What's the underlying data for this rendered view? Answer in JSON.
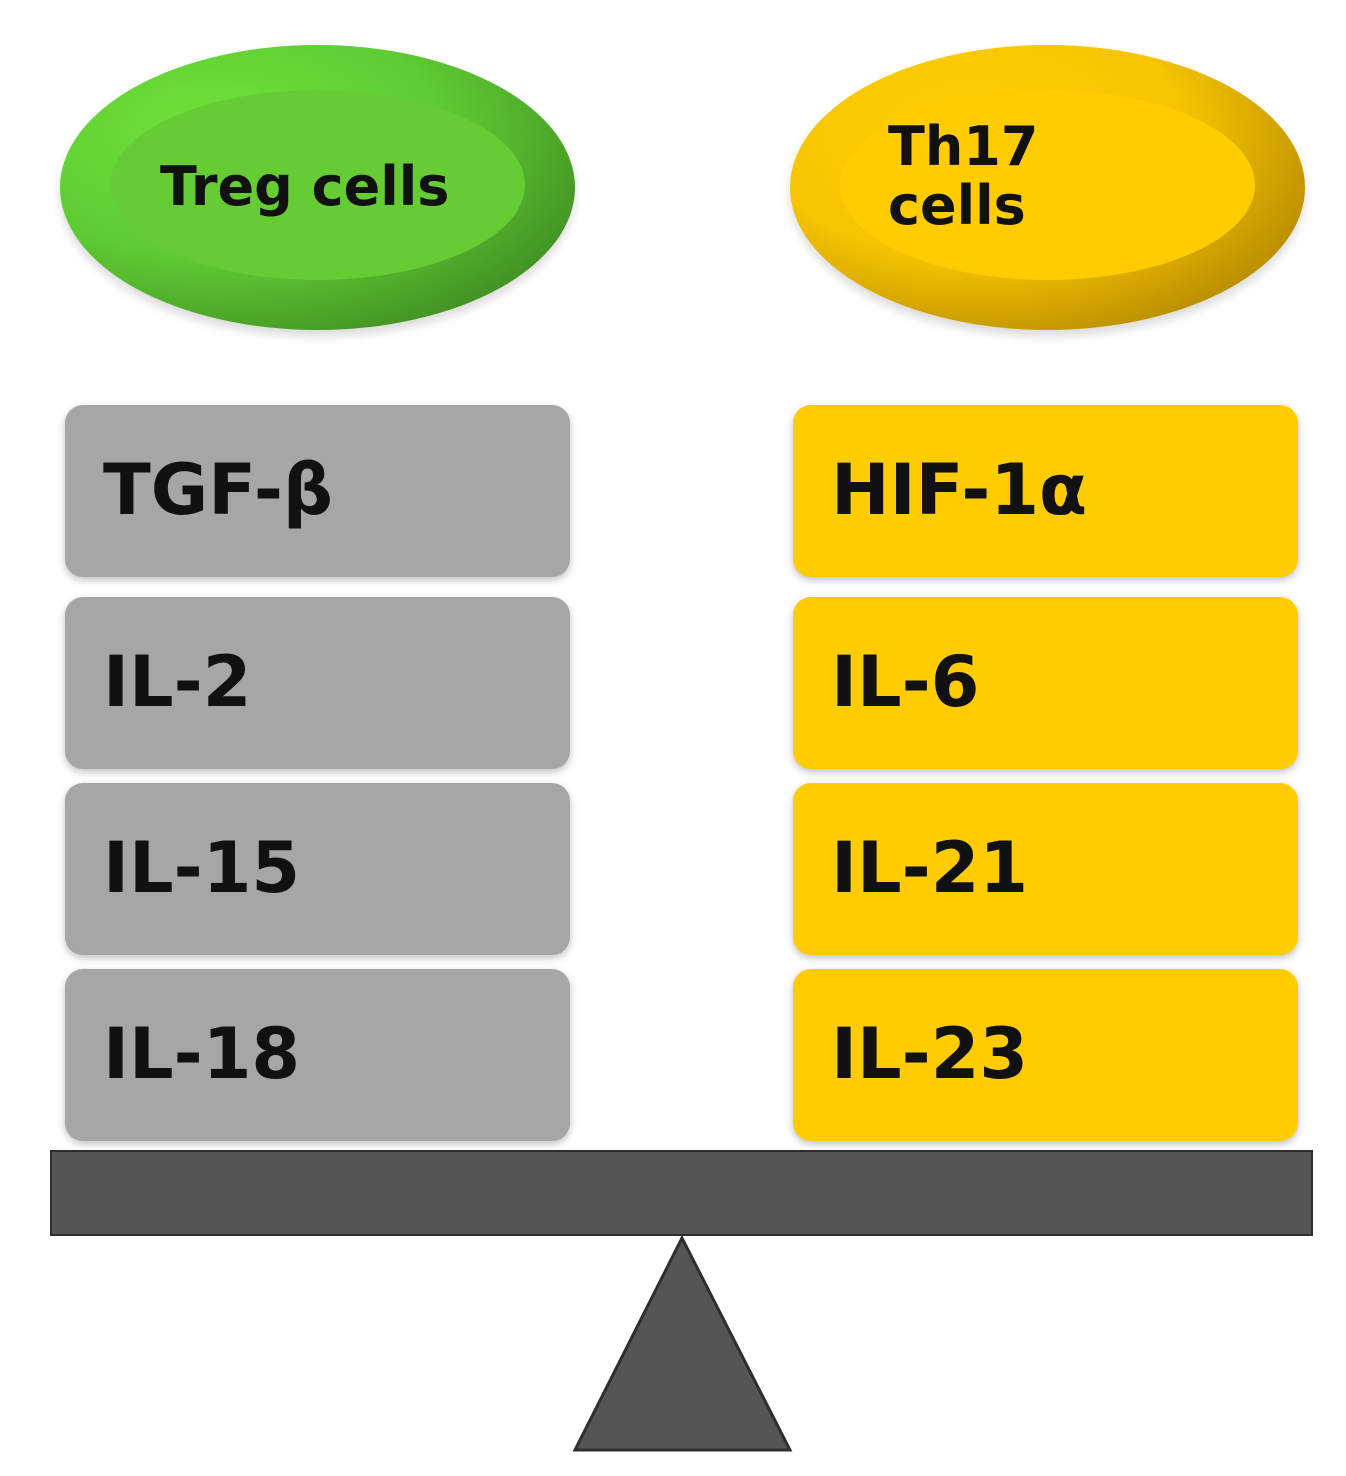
{
  "left": {
    "header": "Treg cells",
    "factors": [
      "TGF-β",
      "IL-2",
      "IL-15",
      "IL-18"
    ],
    "color": "#a6a6a6",
    "header_color": "#66cc33"
  },
  "right": {
    "header": "Th17 cells",
    "factors": [
      "HIF-1α",
      "IL-6",
      "IL-21",
      "IL-23"
    ],
    "color": "#ffcc00",
    "header_color": "#ffcc00"
  },
  "balance": {
    "beam_color": "#555555",
    "fulcrum_color": "#555555"
  }
}
